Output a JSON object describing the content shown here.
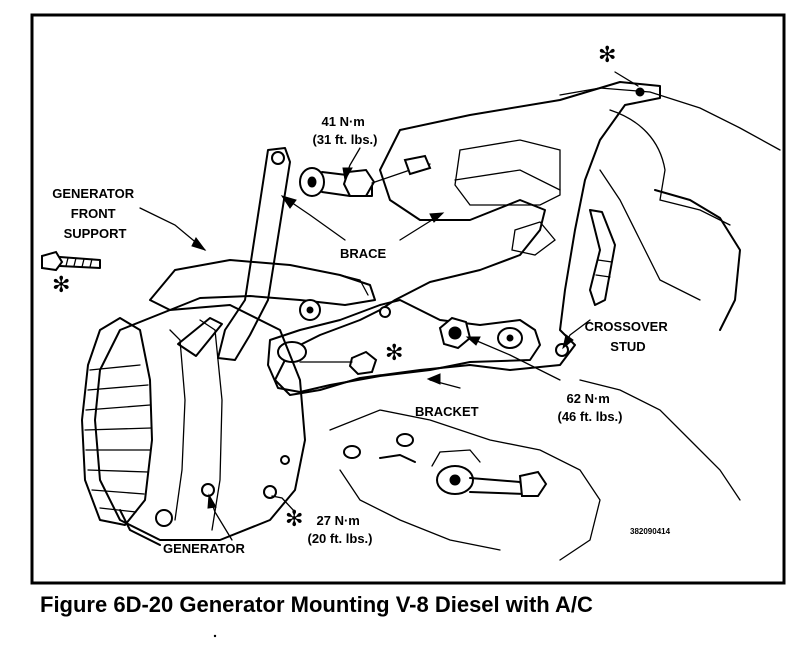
{
  "figure": {
    "caption": "Figure 6D-20 Generator Mounting V-8 Diesel with A/C",
    "image_code": "382090414",
    "asterisk": "✻"
  },
  "labels": {
    "generator_front_support": [
      "GENERATOR",
      "FRONT",
      "SUPPORT"
    ],
    "brace": "BRACE",
    "crossover_stud": [
      "CROSSOVER",
      "STUD"
    ],
    "bracket": "BRACKET",
    "generator": "GENERATOR"
  },
  "torques": {
    "brace_bolt": [
      "41 N·m",
      "(31 ft. lbs.)"
    ],
    "bracket_nut": [
      "62 N·m",
      "(46 ft. lbs.)"
    ],
    "generator_bolt": [
      "27 N·m",
      "(20 ft. lbs.)"
    ]
  }
}
